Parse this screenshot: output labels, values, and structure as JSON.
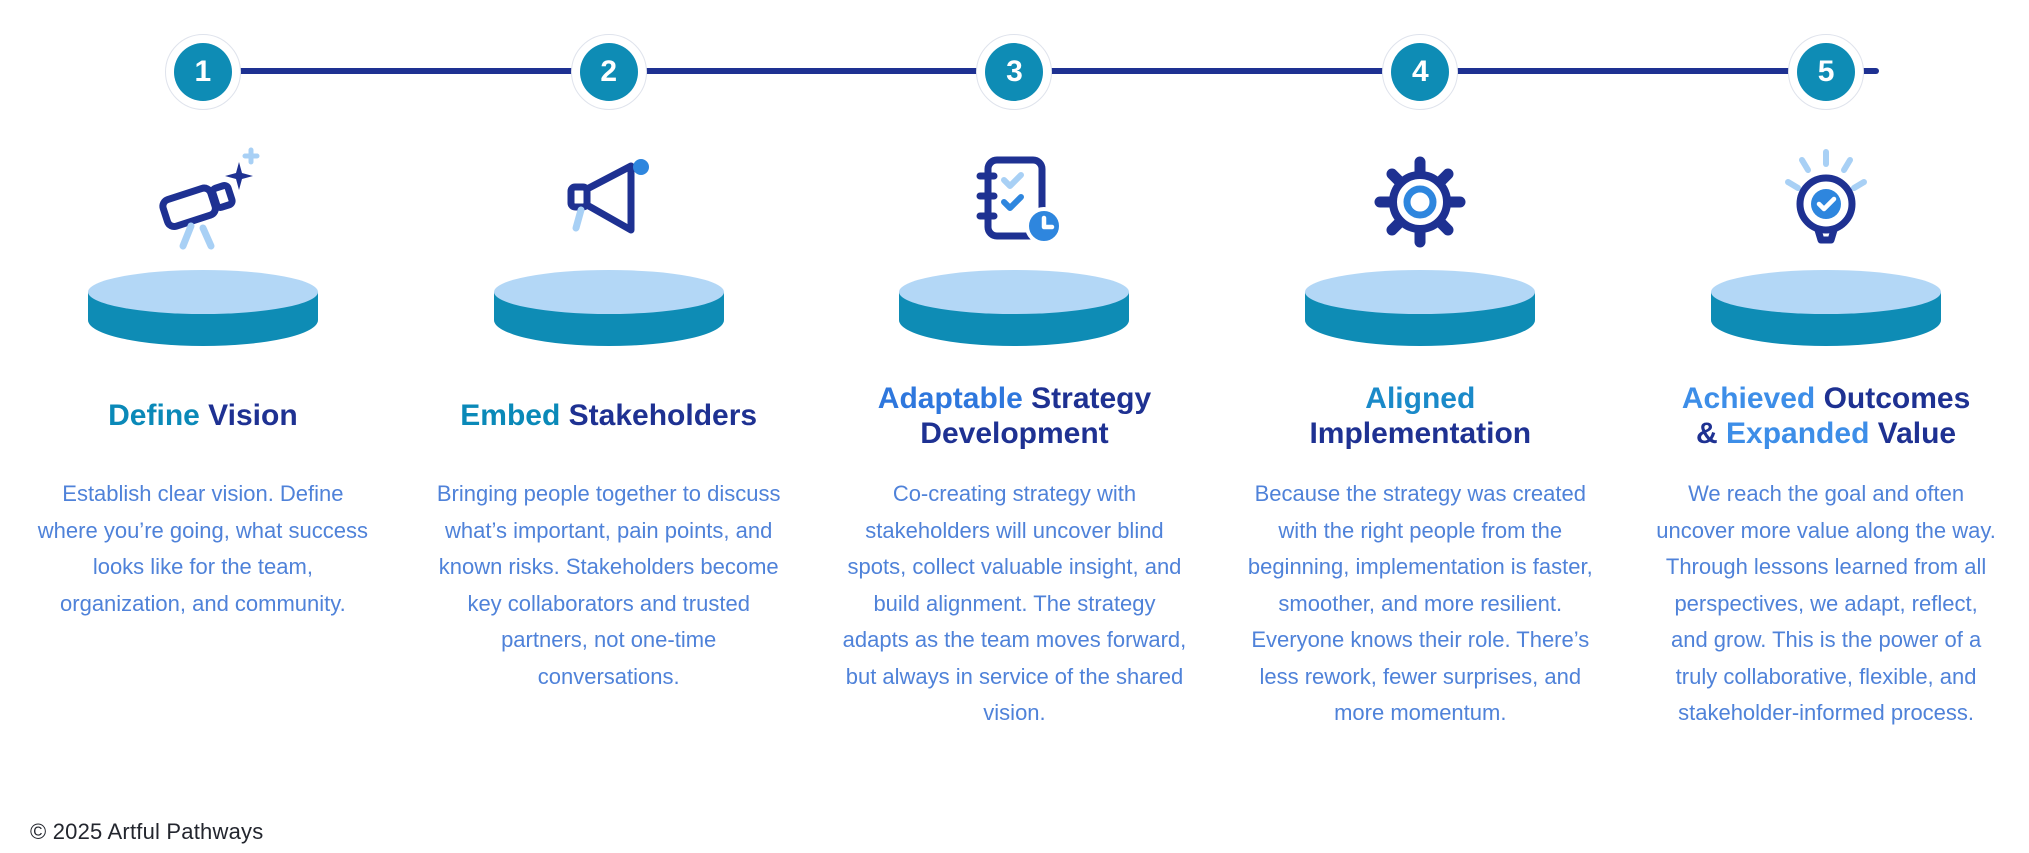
{
  "colors": {
    "navy": "#1e3192",
    "teal": "#0e8cb5",
    "light_blue": "#b3d7f6",
    "body_text": "#4f82d9",
    "timeline_line": "#1e3192",
    "badge_blue": "#2e86de"
  },
  "steps": [
    {
      "number": "1"
    },
    {
      "number": "2"
    },
    {
      "number": "3"
    },
    {
      "number": "4"
    },
    {
      "number": "5"
    }
  ],
  "columns": [
    {
      "icon": "projector-icon",
      "heading": {
        "l1": {
          "p1": {
            "text": "Define ",
            "style": "color:#0a89b8"
          },
          "p2": {
            "text": "Vision",
            "style": "color:#1e3192"
          }
        }
      },
      "body": "Establish clear vision. Define where you’re going, what success looks like for the team, organization, and community."
    },
    {
      "icon": "megaphone-icon",
      "heading": {
        "l1": {
          "p1": {
            "text": "Embed ",
            "style": "color:#0a89b8"
          },
          "p2": {
            "text": "Stakeholders",
            "style": "color:#1e3192"
          }
        }
      },
      "body": "Bringing people together to discuss what’s important, pain points, and known risks. Stakeholders become key collaborators and trusted partners, not one-time conversations."
    },
    {
      "icon": "notebook-checklist-icon",
      "heading": {
        "l1": {
          "p1": {
            "text": "Adaptable ",
            "style": "color:#2e77dd"
          },
          "p2": {
            "text": "Strategy",
            "style": "color:#1e3192"
          }
        },
        "l2": {
          "p1": {
            "text": "Development",
            "style": "color:#1e3192"
          }
        }
      },
      "body": "Co-creating strategy with stakeholders will uncover blind spots, collect valuable insight, and build alignment. The strategy adapts as the team moves forward, but always in service of the shared vision."
    },
    {
      "icon": "gear-icon",
      "heading": {
        "l1": {
          "p1": {
            "text": "Aligned",
            "style": "color:#1a8ac9"
          }
        },
        "l2": {
          "p1": {
            "text": "Implementation",
            "style": "color:#1e3192"
          }
        }
      },
      "body": "Because the strategy was created with the right people from the beginning, implementation is faster, smoother, and more resilient. Everyone knows their role. There’s less rework, fewer surprises, and more momentum."
    },
    {
      "icon": "lightbulb-check-icon",
      "heading": {
        "l1": {
          "p1": {
            "text": "Achieved ",
            "style": "color:#3d8ee8"
          },
          "p2": {
            "text": "Outcomes",
            "style": "color:#1e3192"
          }
        },
        "l2": {
          "p1": {
            "text": "& ",
            "style": "color:#1e3192"
          },
          "p2": {
            "text": "Expanded ",
            "style": "color:#3d8ee8"
          },
          "p3": {
            "text": "Value",
            "style": "color:#1e3192"
          }
        }
      },
      "body": "We reach the goal and often uncover more value along the way. Through lessons learned from all perspectives, we adapt, reflect, and grow. This is the power of a truly collaborative, flexible, and stakeholder-informed process."
    }
  ],
  "footer": {
    "copyright": "© 2025 Artful Pathways"
  }
}
